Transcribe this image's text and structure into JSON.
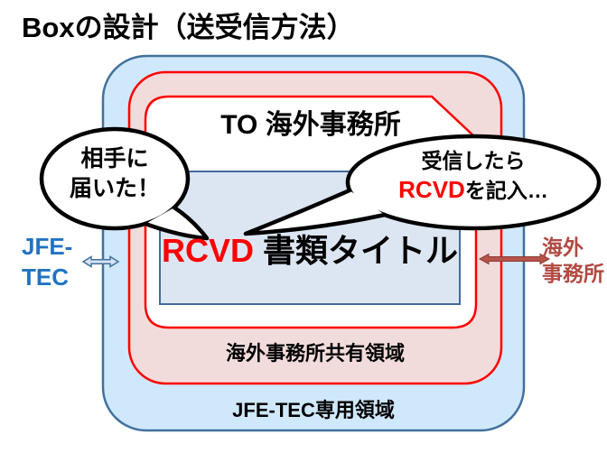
{
  "title": "Boxの設計（送受信方法）",
  "colors": {
    "blue-border": "#41719c",
    "blue-fill": "#cfe8fb",
    "pink-fill": "#f2dcdb",
    "red": "#ff0000",
    "lavender-fill": "#dce6f2",
    "lavender-border": "#44699d",
    "jfe-blue": "#2173c2",
    "overseas-red": "#b04a42",
    "arrow-left-fill": "#d7e3f4",
    "arrow-left-stroke": "#41719c",
    "arrow-right-fill": "#b5544a",
    "arrow-right-stroke": "#8e3b33",
    "bubble-stroke": "#000000"
  },
  "diagram": {
    "doc_header": "TO 海外事務所",
    "doc_line": {
      "rcvd": "RCVD",
      "rest": "書類タイトル"
    },
    "zones": {
      "shared": "海外事務所共有領域",
      "outer": "JFE-TEC専用領域"
    },
    "bubbles": {
      "left": {
        "line1": "相手に",
        "line2": "届いた！"
      },
      "right": {
        "line1": "受信したら",
        "line2_rcvd": "RCVD",
        "line2_rest": "を記入…"
      }
    },
    "actors": {
      "left": {
        "line1": "JFE-",
        "line2": "TEC"
      },
      "right": {
        "line1": "海外",
        "line2": "事務所"
      }
    },
    "icons": {
      "left_arrow": "left-right-double-arrow",
      "right_arrow": "left-right-double-arrow"
    }
  }
}
